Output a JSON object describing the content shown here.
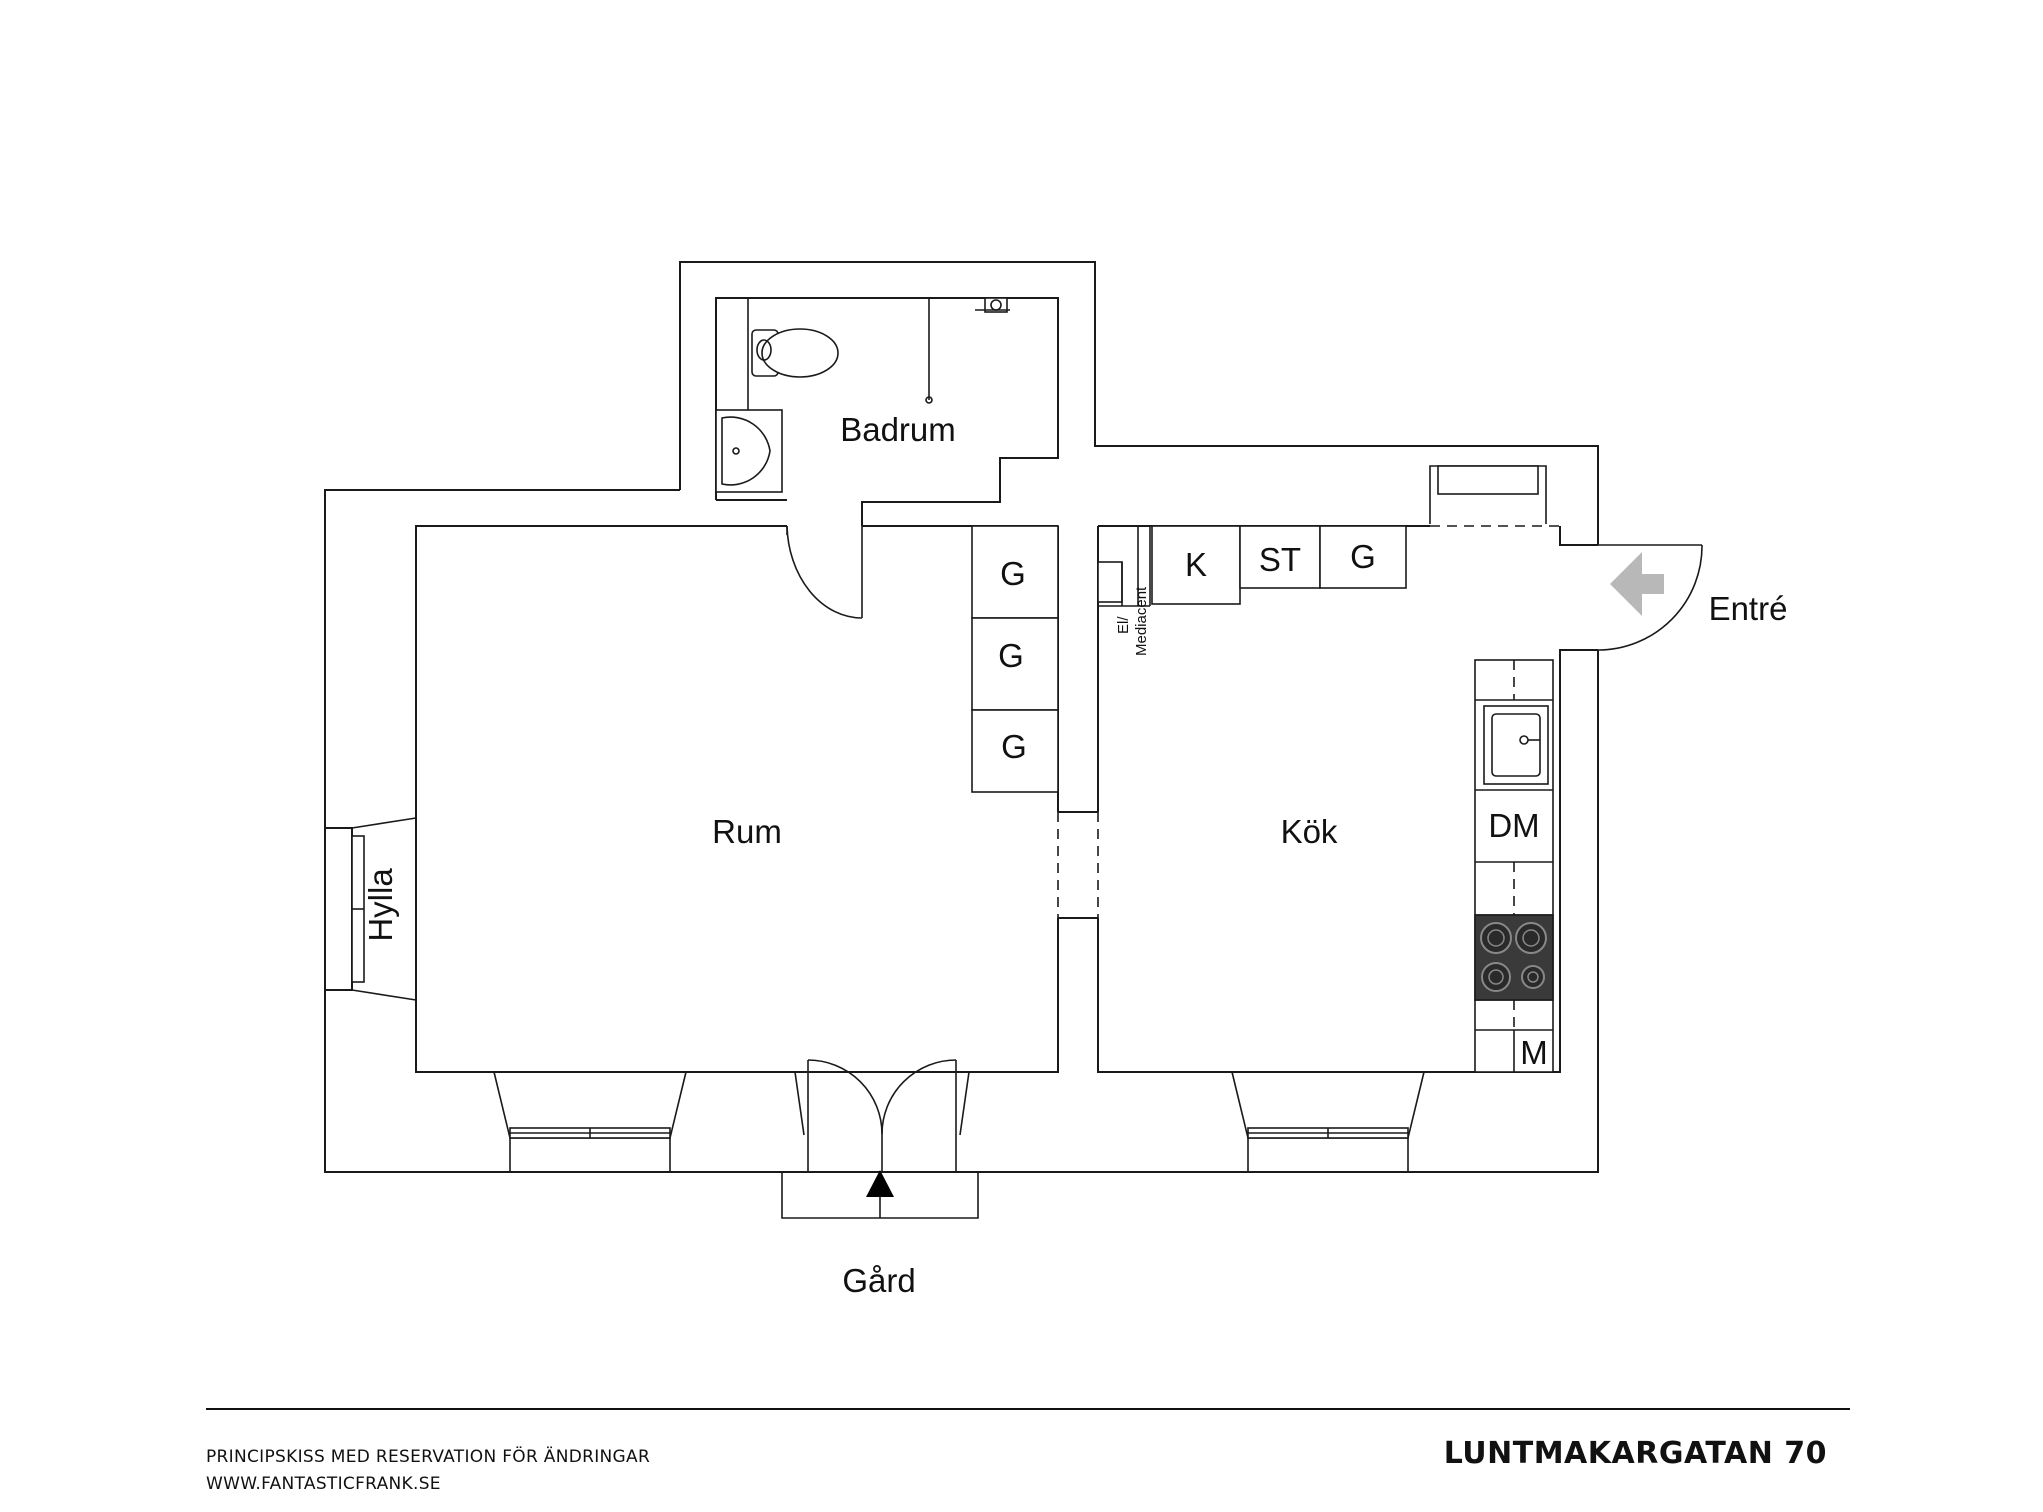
{
  "rooms": {
    "badrum": "Badrum",
    "rum": "Rum",
    "kok": "Kök",
    "entre": "Entré",
    "gard": "Gård",
    "hylla": "Hylla"
  },
  "fixtures": {
    "wardrobe_rum": [
      "G",
      "G",
      "G"
    ],
    "kitchen_top": [
      "K",
      "ST",
      "G"
    ],
    "kitchen_side": [
      "DM",
      "M"
    ],
    "el_line1": "El/",
    "el_line2": "Mediacent"
  },
  "footer": {
    "disclaimer": "PRINCIPSKISS MED RESERVATION FÖR ÄNDRINGAR",
    "website": "WWW.FANTASTICFRANK.SE",
    "address": "LUNTMAKARGATAN 70"
  },
  "colors": {
    "line": "#1a1a1a",
    "stove": "#3a3a3a",
    "entry_arrow": "#b8b8b8"
  }
}
